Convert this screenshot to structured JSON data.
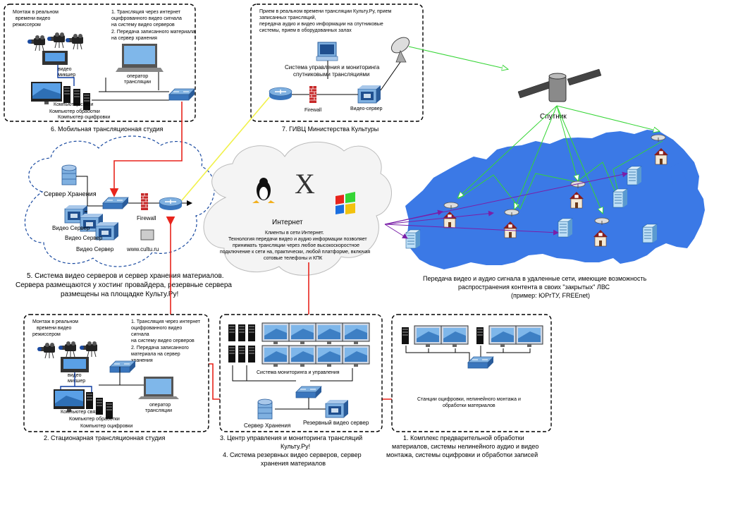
{
  "p6": {
    "note_left": [
      "Монтаж в реальном",
      "времени видео",
      "режиссером"
    ],
    "note_right": [
      "1. Трансляция через интернет",
      "оцифрованного видео сигнала",
      "на систему видео серверов",
      "2. Передача записанного материала",
      "на сервер хранения"
    ],
    "mixer": [
      "видео",
      "микшер"
    ],
    "operator": [
      "оператор",
      "трансляции"
    ],
    "comp1": "Компьютер связи",
    "comp2": "Компьютер обработки",
    "comp3": "Компьютер оцифровки",
    "caption": "6. Мобильная трансляционная студия"
  },
  "p7": {
    "note": [
      "Прием в реальном времени трансляции Культу.Ру, прием",
      "записанных трансляций,",
      "передача аудио и видео информации на спутниковые",
      "системы, прием в оборудованных залах"
    ],
    "system": [
      "Система управления и мониторинга",
      "спутниковыми трансляциями"
    ],
    "firewall": "Firewall",
    "video_server": "Видео-сервер",
    "caption": "7. ГИВЦ Министерства Культуры"
  },
  "satellite": "Спутник",
  "p5": {
    "storage": "Сервер Хранения",
    "vs1": "Видео Сервер",
    "vs2": "Видео Сервер",
    "vs3": "Видео Сервер",
    "firewall": "Firewall",
    "url": "www.cultu.ru",
    "caption": [
      "5. Система видео серверов и сервер хранения материалов.",
      "Сервера размещаются у хостинг провайдера, резервные сервера",
      "размещены на площадке Культу.Ру!"
    ]
  },
  "internet": {
    "title": "Интернет",
    "desc": [
      "Клиенты в сети Интернет.",
      "Технология передачи видео и аудио информации позволяет",
      "принимать трансляции через любое высокоскоростное",
      "подключение к сети на, практически, любой платформе, включая",
      "сотовые телефоны и КПК"
    ],
    "x_logo": "X"
  },
  "remote": {
    "caption": [
      "Передача видео и аудио сигнала в удаленные сети, имеющие возможность",
      "распространения контента в своих \"закрытых\" ЛВС",
      "(пример: ЮРгТУ, FREEnet)"
    ]
  },
  "p2": {
    "note_left": [
      "Монтаж в реальном",
      "времени видео",
      "режиссером"
    ],
    "note_right": [
      "1. Трансляция через интернет",
      "оцифрованного видео",
      "сигнала",
      "на систему видео серверов",
      "2. Передача записанного",
      "материала на сервер",
      "хранения"
    ],
    "mixer": [
      "видео",
      "микшер"
    ],
    "operator": [
      "оператор",
      "трансляции"
    ],
    "comp1": "Компьютер связи",
    "comp2": "Компьютер обработки",
    "comp3": "Компьютер оцифровки",
    "caption": "2. Стационарная трансляционная студия"
  },
  "p3": {
    "monitoring": "Система мониторинга и управления",
    "storage": "Сервер Хранения",
    "reserve": "Резервный видео сервер",
    "caption": [
      "3. Центр управления и мониторинга трансляций",
      "Культу.Ру!",
      "4. Система резервных видео серверов, сервер",
      "хранения материалов"
    ]
  },
  "p1": {
    "stations": [
      "Станции оцифровки, нелинейного монтажа и",
      "обработки материалов"
    ],
    "caption": [
      "1. Комплекс предварительной обработки",
      "материалов, системы нелинейного аудио и видео",
      "монтажа, системы оцифровки и обработки записей"
    ]
  },
  "colors": {
    "map": "#3b79e6",
    "red_link": "#e8241c",
    "yellow_link": "#f1f14a",
    "green_link": "#35d535",
    "purple_link": "#7a1fa8",
    "panel_border": "#000000"
  }
}
